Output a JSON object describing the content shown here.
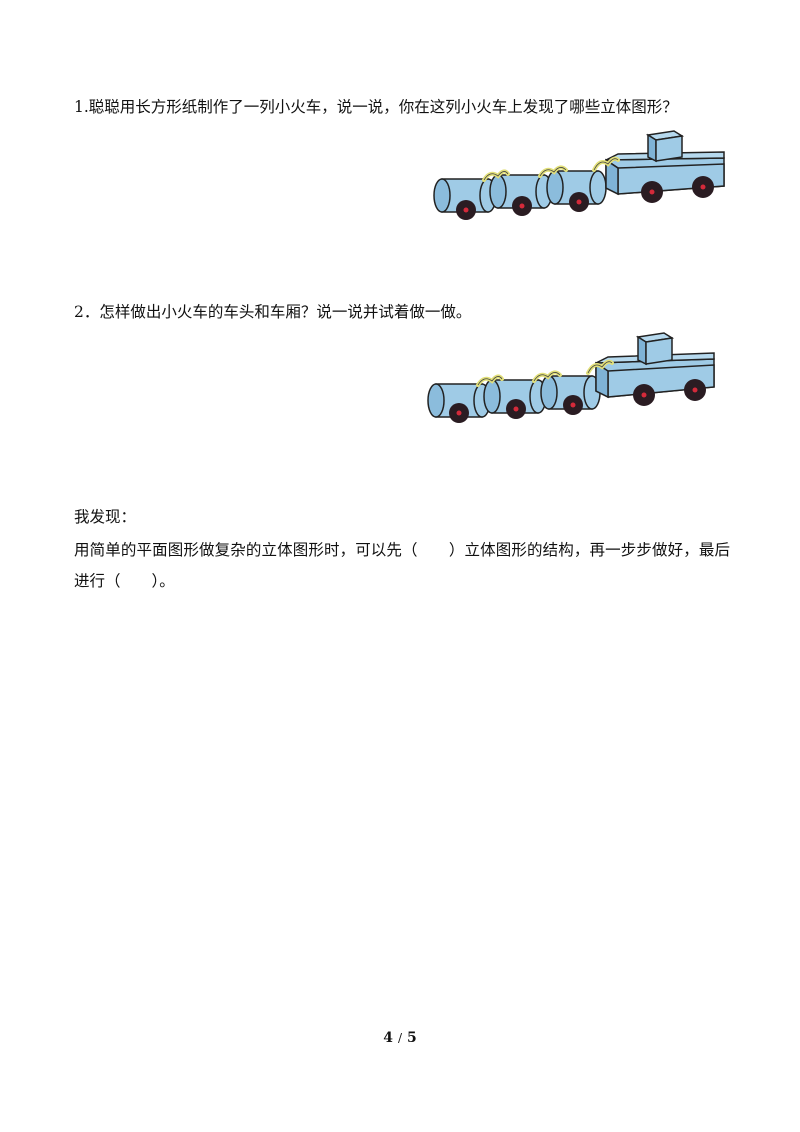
{
  "questions": [
    {
      "text": "1.聪聪用长方形纸制作了一列小火车，说一说，你在这列小火车上发现了哪些立体图形？"
    },
    {
      "text": "2．怎样做出小火车的车头和车厢？说一说并试着做一做。"
    }
  ],
  "finding": {
    "title": "我发现：",
    "text": "用简单的平面图形做复杂的立体图形时，可以先（　　）立体图形的结构，再一步步做好，最后进行（　　）。"
  },
  "page": {
    "current": "4",
    "separator": "/",
    "total": "5"
  },
  "colors": {
    "train_body": "#9fcbe6",
    "train_end": "#8bbcdc",
    "wheel": "#2a1c22",
    "hub": "#d42a3a",
    "coupler": "#e2e07a"
  }
}
